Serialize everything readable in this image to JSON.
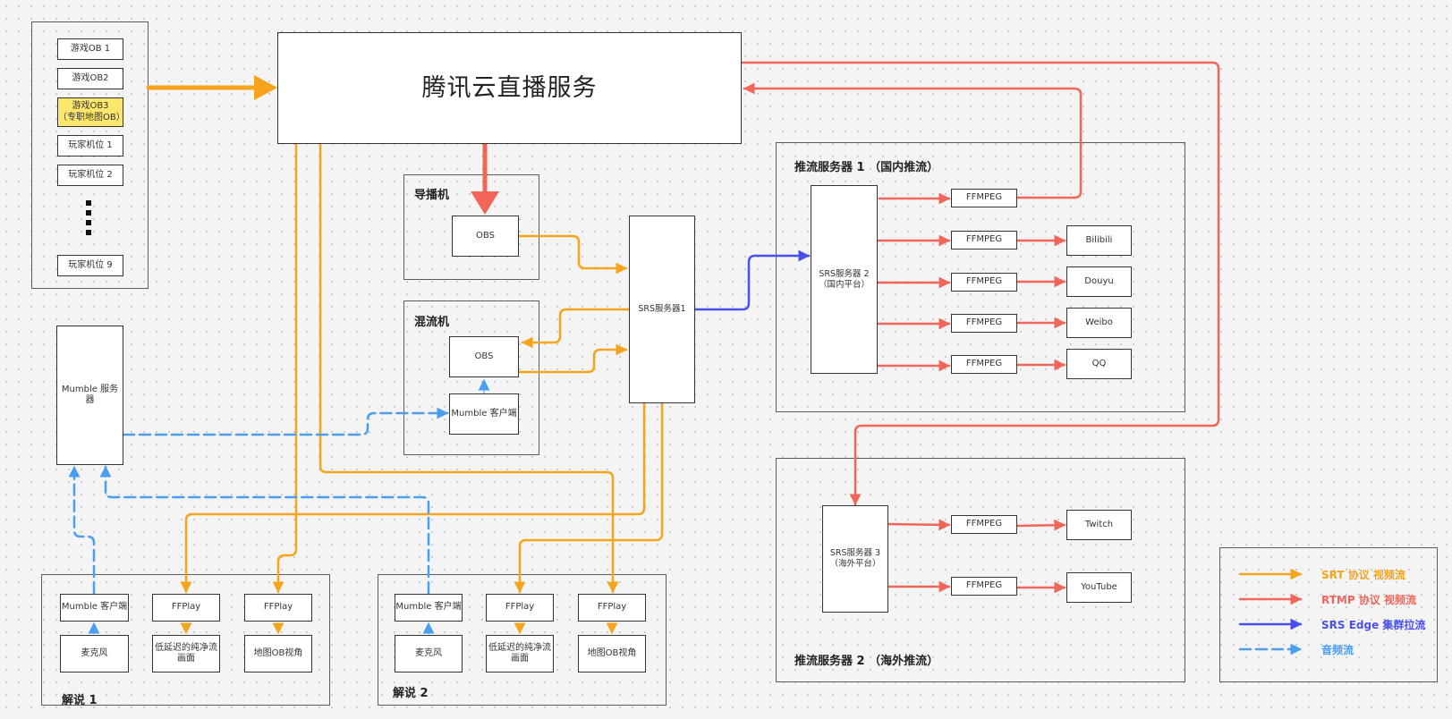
{
  "main_service": "腾讯云直播服务",
  "game_group": {
    "items": [
      "游戏OB 1",
      "游戏OB2",
      "游戏OB3\n（专职地图OB）",
      "玩家机位 1",
      "玩家机位 2",
      "玩家机位 9"
    ]
  },
  "director": {
    "title": "导播机",
    "obs": "OBS"
  },
  "mixer": {
    "title": "混流机",
    "obs": "OBS",
    "mumble_client": "Mumble 客户端"
  },
  "mumble_server": "Mumble 服务器",
  "srs1": "SRS服务器1",
  "push1": {
    "title": "推流服务器 1 （国内推流）",
    "srs": "SRS服务器 2\n（国内平台）",
    "ffmpeg": [
      "FFMPEG",
      "FFMPEG",
      "FFMPEG",
      "FFMPEG",
      "FFMPEG"
    ],
    "platforms": [
      "Bilibili",
      "Douyu",
      "Weibo",
      "QQ"
    ]
  },
  "push2": {
    "title": "推流服务器 2 （海外推流）",
    "srs": "SRS服务器 3\n（海外平台）",
    "ffmpeg": [
      "FFMPEG",
      "FFMPEG"
    ],
    "platforms": [
      "Twitch",
      "YouTube"
    ]
  },
  "commentary1": {
    "title": "解说 1",
    "mumble_client": "Mumble 客户端",
    "mic": "麦克风",
    "ffplay1": "FFPlay",
    "ffplay2": "FFPlay",
    "view1": "低延迟的纯净流\n画面",
    "view2": "地图OB视角"
  },
  "commentary2": {
    "title": "解说 2",
    "mumble_client": "Mumble 客户端",
    "mic": "麦克风",
    "ffplay1": "FFPlay",
    "ffplay2": "FFPlay",
    "view1": "低延迟的纯净流\n画面",
    "view2": "地图OB视角"
  },
  "legend": [
    {
      "label": "SRT 协议 视频流",
      "color": "#f5a41c",
      "style": "solid"
    },
    {
      "label": "RTMP 协议 视频流",
      "color": "#f2665a",
      "style": "solid"
    },
    {
      "label": "SRS  Edge 集群拉流",
      "color": "#4a50f0",
      "style": "solid"
    },
    {
      "label": "音频流",
      "color": "#4a9ef0",
      "style": "dashed"
    }
  ],
  "colors": {
    "srt": "#f5a41c",
    "rtmp": "#f2665a",
    "edge": "#4a50f0",
    "audio": "#4a9ef0",
    "highlight": "#fce76c"
  }
}
